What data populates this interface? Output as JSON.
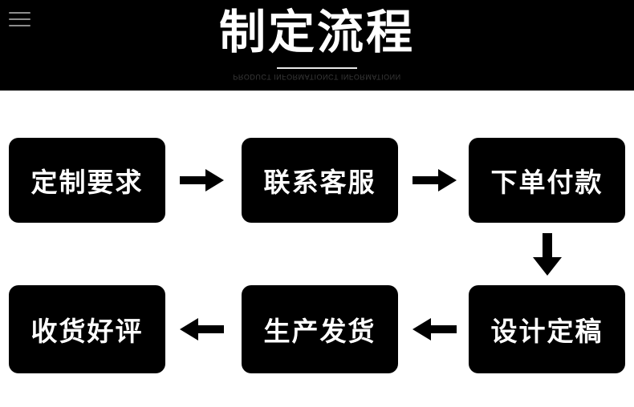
{
  "header": {
    "title": "制定流程",
    "subtitle": "PRODUCT INFORMATIONCT INFORMATIONN",
    "menu_icon": "hamburger-menu-icon",
    "background_color": "#000000",
    "text_color": "#ffffff",
    "subtitle_color": "#3a3a3a",
    "divider_color": "#e8e8e8"
  },
  "flow": {
    "background_color": "#ffffff",
    "node_color": "#000000",
    "node_text_color": "#ffffff",
    "steps": [
      {
        "id": 1,
        "label": "定制要求"
      },
      {
        "id": 2,
        "label": "联系客服"
      },
      {
        "id": 3,
        "label": "下单付款"
      },
      {
        "id": 4,
        "label": "设计定稿"
      },
      {
        "id": 5,
        "label": "生产发货"
      },
      {
        "id": 6,
        "label": "收货好评"
      }
    ],
    "connectors": [
      {
        "from": 1,
        "to": 2,
        "direction": "right"
      },
      {
        "from": 2,
        "to": 3,
        "direction": "right"
      },
      {
        "from": 3,
        "to": 4,
        "direction": "down"
      },
      {
        "from": 4,
        "to": 5,
        "direction": "left"
      },
      {
        "from": 5,
        "to": 6,
        "direction": "left"
      }
    ]
  }
}
